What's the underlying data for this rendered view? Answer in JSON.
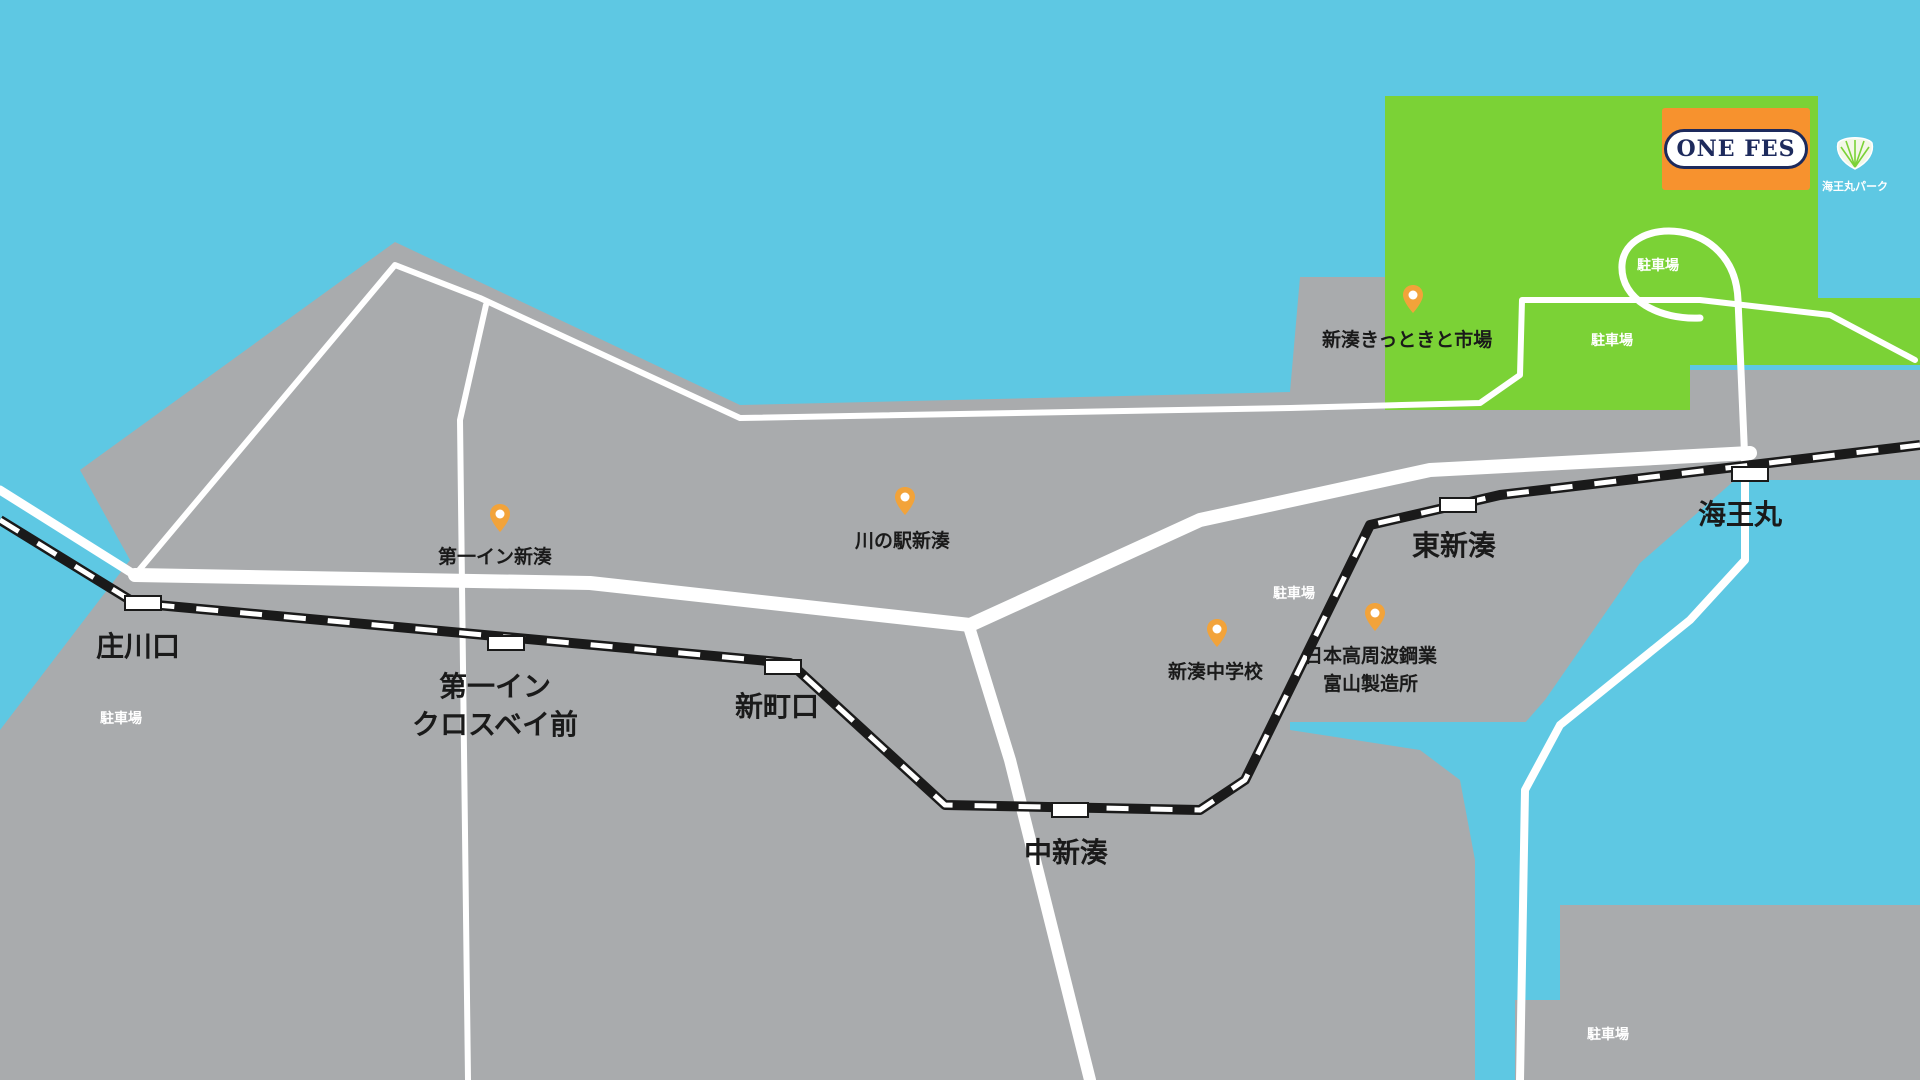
{
  "colors": {
    "sea": "#5ec8e3",
    "land": "#a9abad",
    "park": "#7bd236",
    "road": "#ffffff",
    "parking": "#0d56ad",
    "pin": "#f2a33a",
    "logo_bg": "#f7922e"
  },
  "stations": [
    {
      "id": "shokawaguchi",
      "name": "庄川口"
    },
    {
      "id": "daiichi-in",
      "name": "第一イン\nクロスベイ前"
    },
    {
      "id": "shinmachiguchi",
      "name": "新町口"
    },
    {
      "id": "nakashinminato",
      "name": "中新湊"
    },
    {
      "id": "higashishinminato",
      "name": "東新湊"
    },
    {
      "id": "kaiwomaru",
      "name": "海王丸"
    }
  ],
  "places": [
    {
      "id": "kittokito",
      "name": "新湊きっときと市場",
      "icon": "map-pin-icon"
    },
    {
      "id": "daiichi-hotel",
      "name": "第一イン新湊",
      "icon": "map-pin-icon"
    },
    {
      "id": "kawanoeki",
      "name": "川の駅新湊",
      "icon": "map-pin-icon"
    },
    {
      "id": "school",
      "name": "新湊中学校",
      "icon": "map-pin-icon"
    },
    {
      "id": "factory",
      "name": "日本高周波鋼業\n富山製造所",
      "icon": "map-pin-icon"
    }
  ],
  "parking_label": "駐車場",
  "logos": {
    "event": "ONE FES",
    "park": "海王丸パーク",
    "park_icon": "shell-icon"
  }
}
